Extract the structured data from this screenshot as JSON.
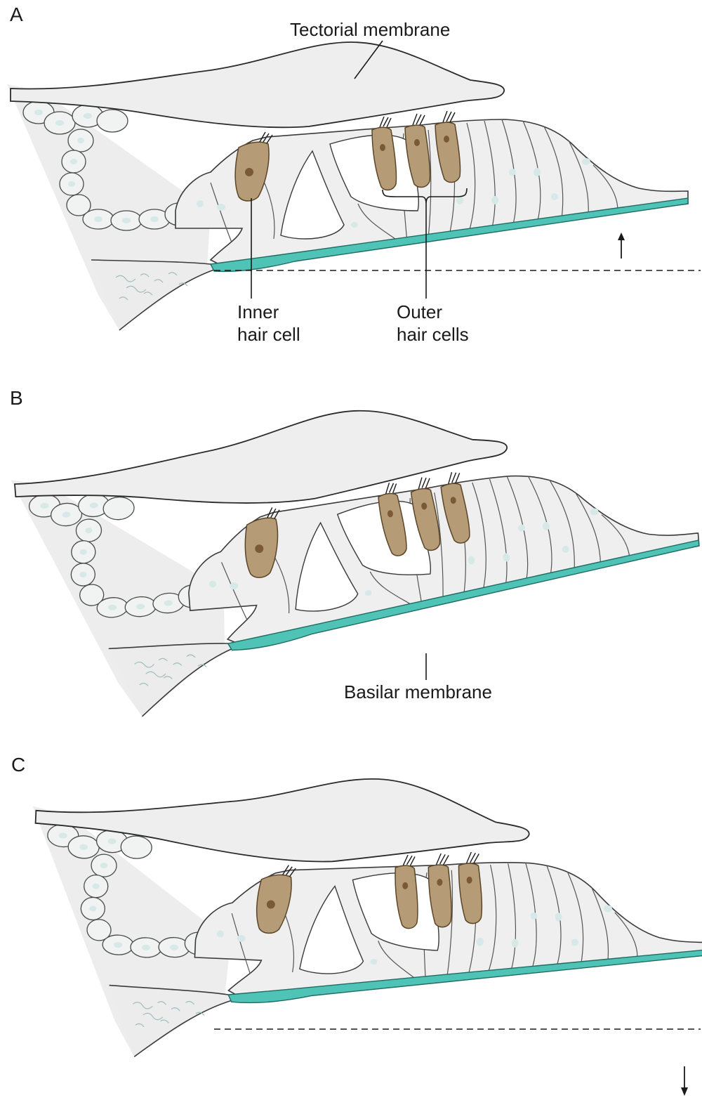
{
  "panels": [
    {
      "id": "A",
      "letter": "A"
    },
    {
      "id": "B",
      "letter": "B"
    },
    {
      "id": "C",
      "letter": "C"
    }
  ],
  "labels": {
    "tectorial_membrane": "Tectorial membrane",
    "inner_hair_cell_line1": "Inner",
    "inner_hair_cell_line2": "hair cell",
    "outer_hair_cells_line1": "Outer",
    "outer_hair_cells_line2": "hair cells",
    "basilar_membrane": "Basilar membrane"
  },
  "colors": {
    "basilar_membrane": "#4fc3b6",
    "hair_cell": "#b59c76",
    "hair_cell_nucleus": "#7a5a36",
    "tissue": "#ededed",
    "outline": "#3a3a3a"
  },
  "icons": [
    "up-arrow-icon",
    "down-arrow-icon"
  ]
}
